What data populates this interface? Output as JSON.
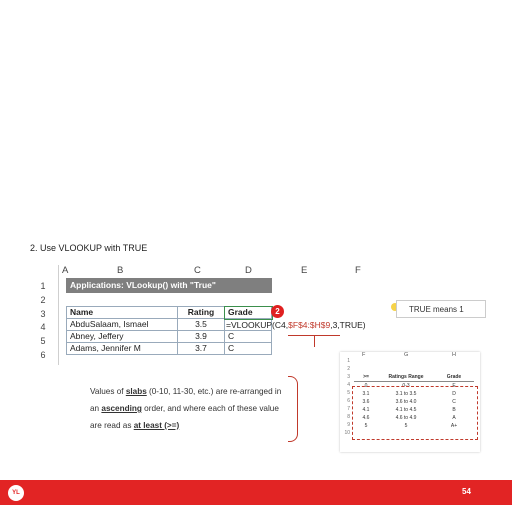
{
  "section_title": "2.  Use VLOOKUP with TRUE",
  "columns": [
    "A",
    "B",
    "C",
    "D",
    "E",
    "F"
  ],
  "rows": [
    "1",
    "2",
    "3",
    "4",
    "5",
    "6"
  ],
  "banner": "Applications: VLookup() with \"True\"",
  "table": {
    "headers": [
      "Name",
      "Rating",
      "Grade"
    ],
    "data": [
      [
        "AbduSalaam, Ismael",
        "3.5",
        ""
      ],
      [
        "Abney, Jeffery",
        "3.9",
        "C"
      ],
      [
        "Adams, Jennifer M",
        "3.7",
        "C"
      ]
    ]
  },
  "formula": {
    "start": "=VLOOKUP(",
    "ref1": "C4",
    "sep": ",",
    "ref2": "$F$4:$H$9",
    "end": ",3,TRUE)"
  },
  "badge": "2",
  "note": "TRUE means 1",
  "description": {
    "p1": "Values of ",
    "slabs": "slabs",
    "p2": " (0-10, 11-30, etc.) are re-arranged in an ",
    "ascending": "ascending",
    "p3": " order, and where each of these value are read as ",
    "atleast": "at least (>=)"
  },
  "mini_sheet": {
    "columns": [
      "F",
      "G",
      "H"
    ],
    "rows": [
      "1",
      "2",
      "3",
      "4",
      "5",
      "6",
      "7",
      "8",
      "9",
      "10"
    ],
    "headers": [
      ">=",
      "Ratings Range",
      "Grade"
    ],
    "data": [
      [
        "0",
        "0-3",
        "E"
      ],
      [
        "3.1",
        "3.1 to 3.5",
        "D"
      ],
      [
        "3.6",
        "3.6 to 4.0",
        "C"
      ],
      [
        "4.1",
        "4.1 to 4.5",
        "B"
      ],
      [
        "4.6",
        "4.6 to 4.9",
        "A"
      ],
      [
        "5",
        "5",
        "A+"
      ]
    ]
  },
  "footer": {
    "logo": "YL",
    "page": "54"
  },
  "colors": {
    "accent_red": "#e22424",
    "banner_gray": "#7f7f7f",
    "selection_green": "#3b8f4c"
  }
}
